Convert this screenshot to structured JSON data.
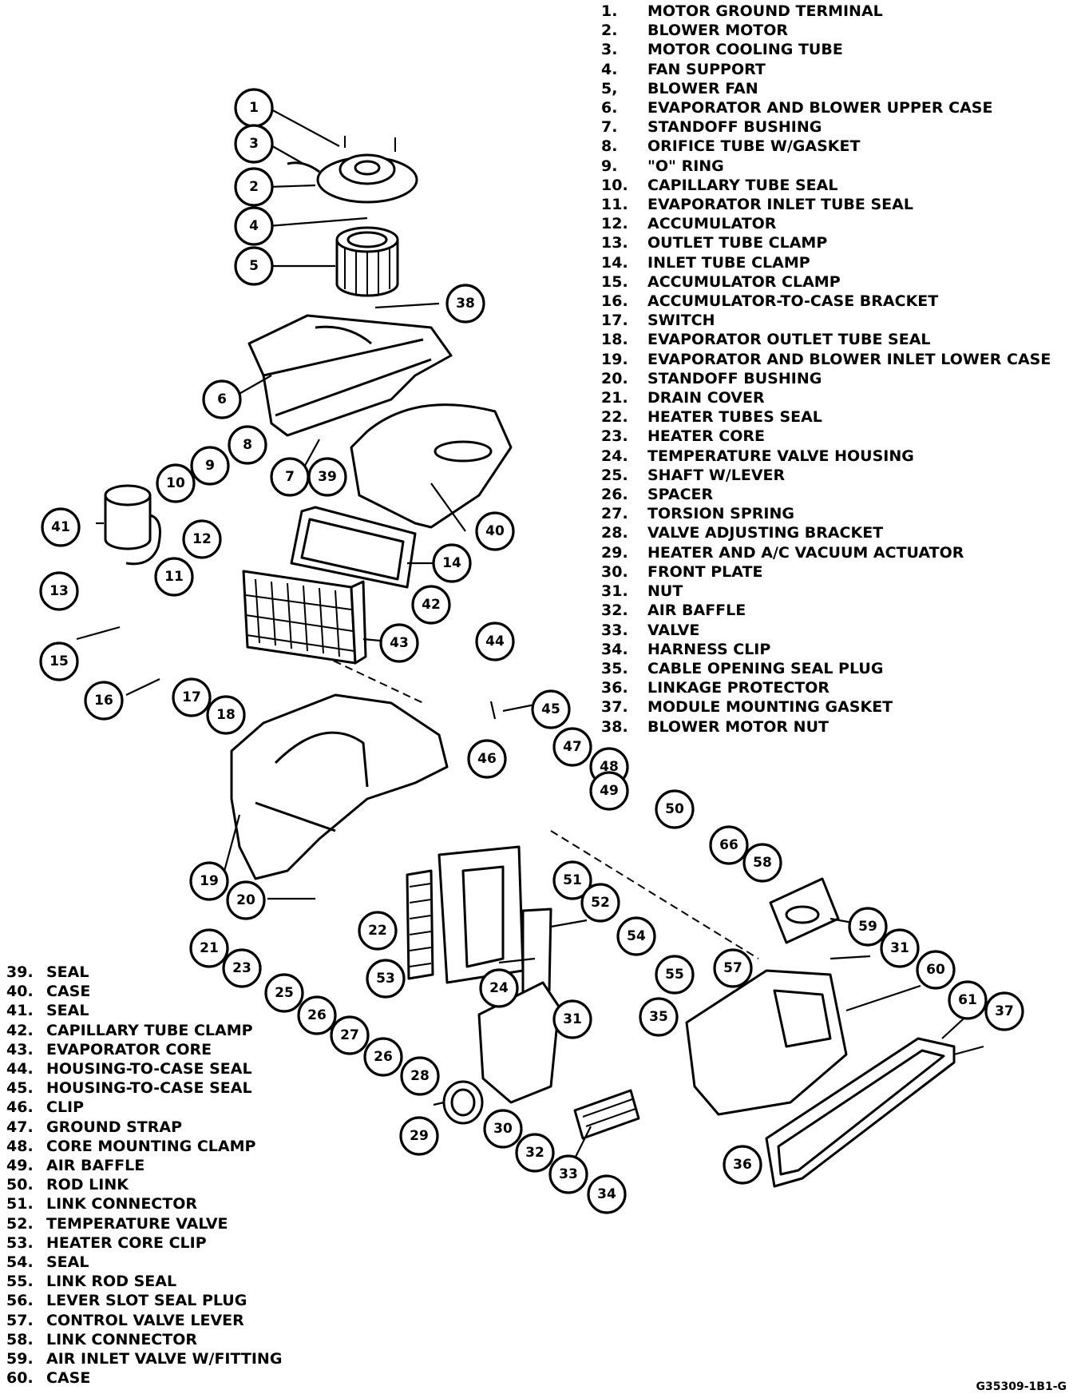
{
  "legend_top": [
    {
      "num": "1.",
      "label": "MOTOR GROUND TERMINAL"
    },
    {
      "num": "2.",
      "label": "BLOWER MOTOR"
    },
    {
      "num": "3.",
      "label": "MOTOR COOLING TUBE"
    },
    {
      "num": "4.",
      "label": "FAN SUPPORT"
    },
    {
      "num": "5,",
      "label": "BLOWER FAN"
    },
    {
      "num": "6.",
      "label": "EVAPORATOR AND BLOWER UPPER CASE"
    },
    {
      "num": "7.",
      "label": "STANDOFF BUSHING"
    },
    {
      "num": "8.",
      "label": "ORIFICE TUBE W/GASKET"
    },
    {
      "num": "9.",
      "label": "\"O\" RING"
    },
    {
      "num": "10.",
      "label": "CAPILLARY TUBE SEAL"
    },
    {
      "num": "11.",
      "label": "EVAPORATOR INLET TUBE SEAL"
    },
    {
      "num": "12.",
      "label": "ACCUMULATOR"
    },
    {
      "num": "13.",
      "label": "OUTLET TUBE CLAMP"
    },
    {
      "num": "14.",
      "label": "INLET TUBE CLAMP"
    },
    {
      "num": "15.",
      "label": "ACCUMULATOR CLAMP"
    },
    {
      "num": "16.",
      "label": "ACCUMULATOR-TO-CASE BRACKET"
    },
    {
      "num": "17.",
      "label": "SWITCH"
    },
    {
      "num": "18.",
      "label": "EVAPORATOR OUTLET TUBE SEAL"
    },
    {
      "num": "19.",
      "label": "EVAPORATOR AND BLOWER INLET LOWER CASE"
    },
    {
      "num": "20.",
      "label": "STANDOFF BUSHING"
    },
    {
      "num": "21.",
      "label": "DRAIN COVER"
    },
    {
      "num": "22.",
      "label": "HEATER TUBES SEAL"
    },
    {
      "num": "23.",
      "label": "HEATER CORE"
    },
    {
      "num": "24.",
      "label": "TEMPERATURE VALVE HOUSING"
    },
    {
      "num": "25.",
      "label": "SHAFT W/LEVER"
    },
    {
      "num": "26.",
      "label": "SPACER"
    },
    {
      "num": "27.",
      "label": "TORSION SPRING"
    },
    {
      "num": "28.",
      "label": "VALVE ADJUSTING BRACKET"
    },
    {
      "num": "29.",
      "label": "HEATER AND A/C VACUUM ACTUATOR"
    },
    {
      "num": "30.",
      "label": "FRONT PLATE"
    },
    {
      "num": "31.",
      "label": "NUT"
    },
    {
      "num": "32.",
      "label": "AIR BAFFLE"
    },
    {
      "num": "33.",
      "label": "VALVE"
    },
    {
      "num": "34.",
      "label": "HARNESS CLIP"
    },
    {
      "num": "35.",
      "label": "CABLE OPENING SEAL PLUG"
    },
    {
      "num": "36.",
      "label": "LINKAGE PROTECTOR"
    },
    {
      "num": "37.",
      "label": "MODULE MOUNTING GASKET"
    },
    {
      "num": "38.",
      "label": "BLOWER MOTOR NUT"
    }
  ],
  "legend_bottom": [
    {
      "num": "39.",
      "label": "SEAL"
    },
    {
      "num": "40.",
      "label": "CASE"
    },
    {
      "num": "41.",
      "label": "SEAL"
    },
    {
      "num": "42.",
      "label": "CAPILLARY TUBE CLAMP"
    },
    {
      "num": "43.",
      "label": "EVAPORATOR CORE"
    },
    {
      "num": "44.",
      "label": "HOUSING-TO-CASE SEAL"
    },
    {
      "num": "45.",
      "label": "HOUSING-TO-CASE SEAL"
    },
    {
      "num": "46.",
      "label": "CLIP"
    },
    {
      "num": "47.",
      "label": "GROUND STRAP"
    },
    {
      "num": "48.",
      "label": "CORE MOUNTING CLAMP"
    },
    {
      "num": "49.",
      "label": "AIR BAFFLE"
    },
    {
      "num": "50.",
      "label": "ROD LINK"
    },
    {
      "num": "51.",
      "label": "LINK CONNECTOR"
    },
    {
      "num": "52.",
      "label": "TEMPERATURE VALVE"
    },
    {
      "num": "53.",
      "label": "HEATER CORE CLIP"
    },
    {
      "num": "54.",
      "label": "SEAL"
    },
    {
      "num": "55.",
      "label": "LINK ROD SEAL"
    },
    {
      "num": "56.",
      "label": "LEVER SLOT SEAL PLUG"
    },
    {
      "num": "57.",
      "label": "CONTROL VALVE LEVER"
    },
    {
      "num": "58.",
      "label": "LINK CONNECTOR"
    },
    {
      "num": "59.",
      "label": "AIR INLET VALVE W/FITTING"
    },
    {
      "num": "60.",
      "label": "CASE"
    }
  ],
  "callouts": [
    "1",
    "3",
    "2",
    "4",
    "5",
    "38",
    "6",
    "7",
    "39",
    "8",
    "9",
    "10",
    "40",
    "41",
    "12",
    "11",
    "13",
    "14",
    "42",
    "43",
    "15",
    "16",
    "17",
    "18",
    "44",
    "45",
    "46",
    "47",
    "48",
    "49",
    "50",
    "66",
    "58",
    "19",
    "20",
    "51",
    "52",
    "59",
    "21",
    "22",
    "54",
    "55",
    "57",
    "31",
    "23",
    "53",
    "24",
    "60",
    "25",
    "26",
    "27",
    "26",
    "28",
    "31",
    "35",
    "61",
    "37",
    "29",
    "30",
    "32",
    "33",
    "34",
    "36"
  ],
  "figure_code": "G35309-1B1-G"
}
